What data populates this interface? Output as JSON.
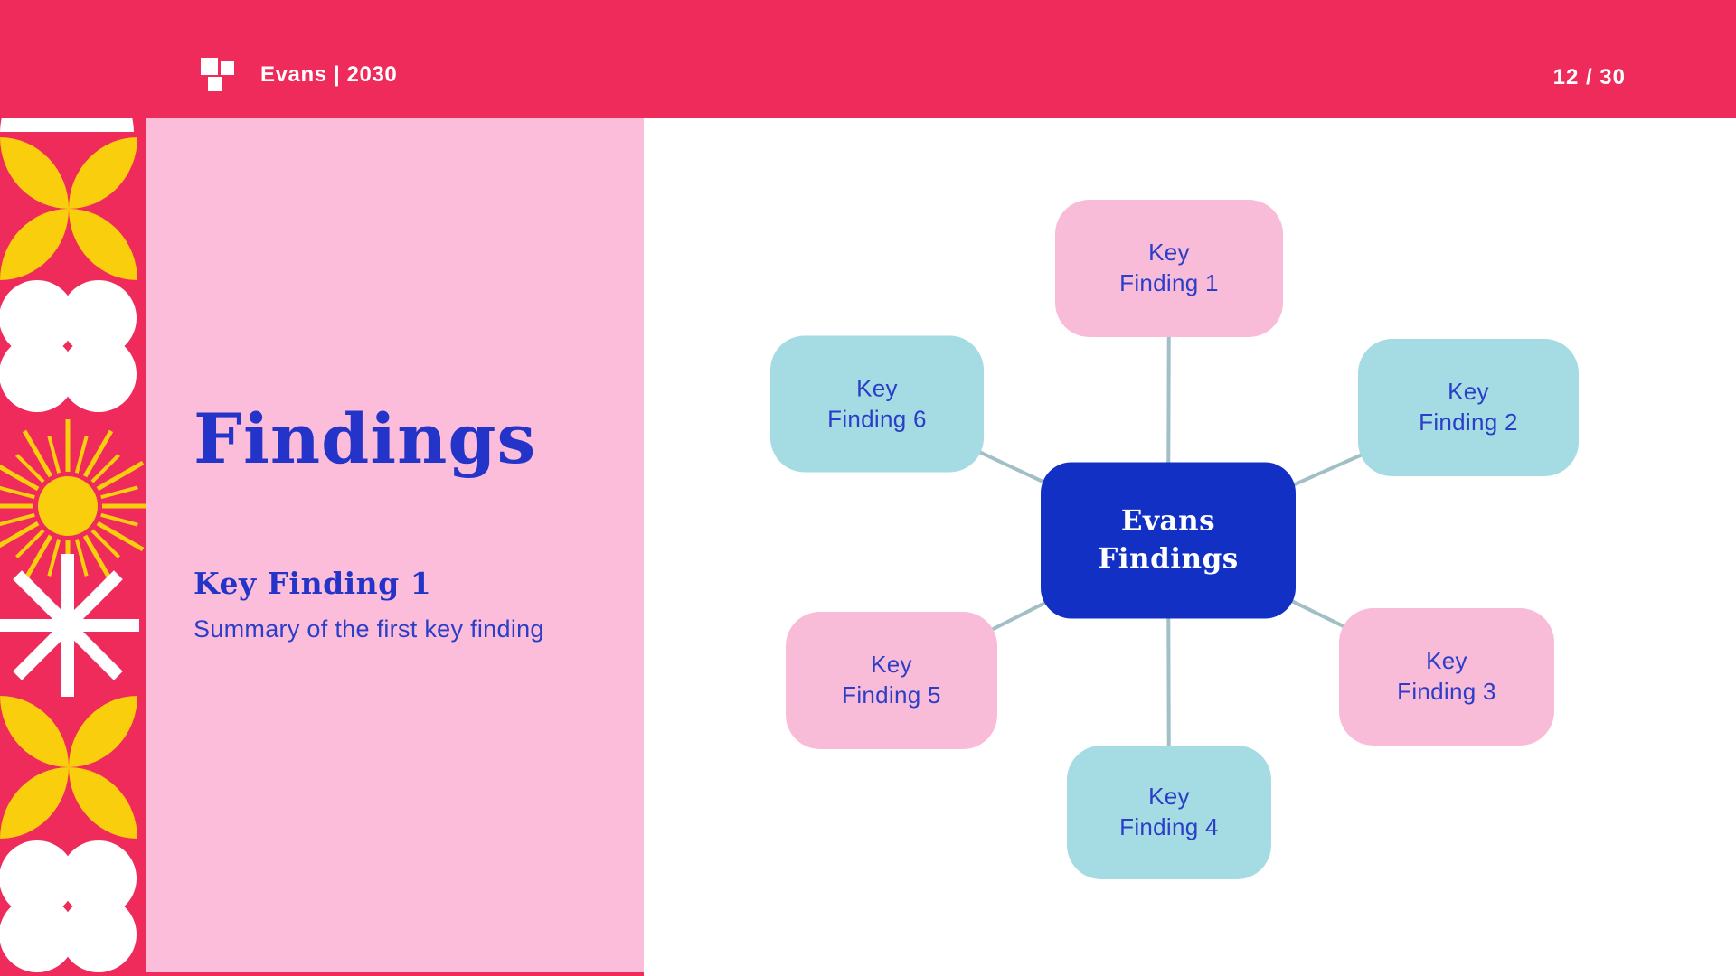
{
  "header": {
    "brand": "Evans | 2030",
    "page_indicator": "12 / 30",
    "bar_color": "#EE2B5B"
  },
  "panel": {
    "title": "Findings",
    "subtitle": "Key Finding 1",
    "summary": "Summary of the first key finding",
    "bg_color": "#FBBDDA",
    "title_color": "#2433C8",
    "body_text_color": "#2B3EC8"
  },
  "diagram": {
    "center": {
      "label": "Evans\nFindings",
      "color": "#1231C4",
      "text_color": "#FFFFFF"
    },
    "nodes": [
      {
        "label": "Key\nFinding 1",
        "color": "#F9BCD8",
        "position": "top"
      },
      {
        "label": "Key\nFinding 2",
        "color": "#A5DBE3",
        "position": "upper-right"
      },
      {
        "label": "Key\nFinding 3",
        "color": "#F9BCD8",
        "position": "lower-right"
      },
      {
        "label": "Key\nFinding 4",
        "color": "#A5DBE3",
        "position": "bottom"
      },
      {
        "label": "Key\nFinding 5",
        "color": "#F9BCD8",
        "position": "lower-left"
      },
      {
        "label": "Key\nFinding 6",
        "color": "#A5DBE3",
        "position": "upper-left"
      }
    ],
    "label_color": "#2B3EC8",
    "connector_color": "#A3BFC6"
  },
  "sidebar": {
    "background_color": "#EE2B5B",
    "shape_colors": {
      "white": "#FFFFFF",
      "yellow": "#F9CE0D"
    },
    "shapes": [
      "white-dome",
      "white-dome",
      "yellow-leaf-flower",
      "white-four-circle-cluster",
      "yellow-sunburst",
      "white-asterisk-star",
      "yellow-leaf-flower",
      "white-four-circle-cluster"
    ]
  }
}
